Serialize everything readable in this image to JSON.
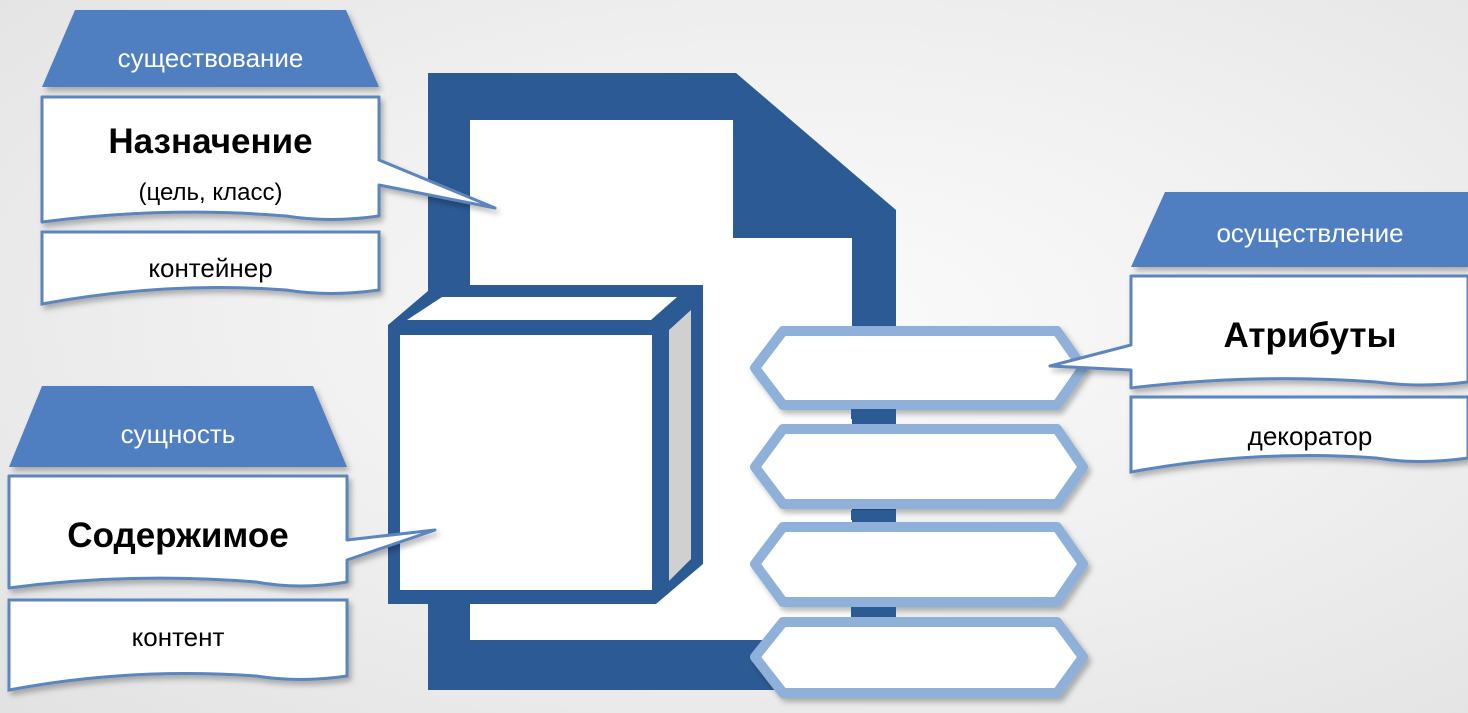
{
  "colors": {
    "dark_blue": "#2c5a94",
    "tab_blue": "#4f7fc0",
    "callout_border": "#5b84bd",
    "hexagon_fill": "#ffffff",
    "hexagon_border": "#8fb0d8",
    "cube_side": "#d0d0d0"
  },
  "icons": {
    "document": "document-icon",
    "cube": "cube-icon",
    "attribute_stack": "attribute-hexagon-stack"
  },
  "callouts": {
    "purpose": {
      "tab": "существование",
      "title": "Назначение",
      "subtitle": "(цель, класс)",
      "caption": "контейнер"
    },
    "content": {
      "tab": "сущность",
      "title": "Содержимое",
      "caption": "контент"
    },
    "attributes": {
      "tab": "осуществление",
      "title": "Атрибуты",
      "caption": "декоратор"
    }
  }
}
